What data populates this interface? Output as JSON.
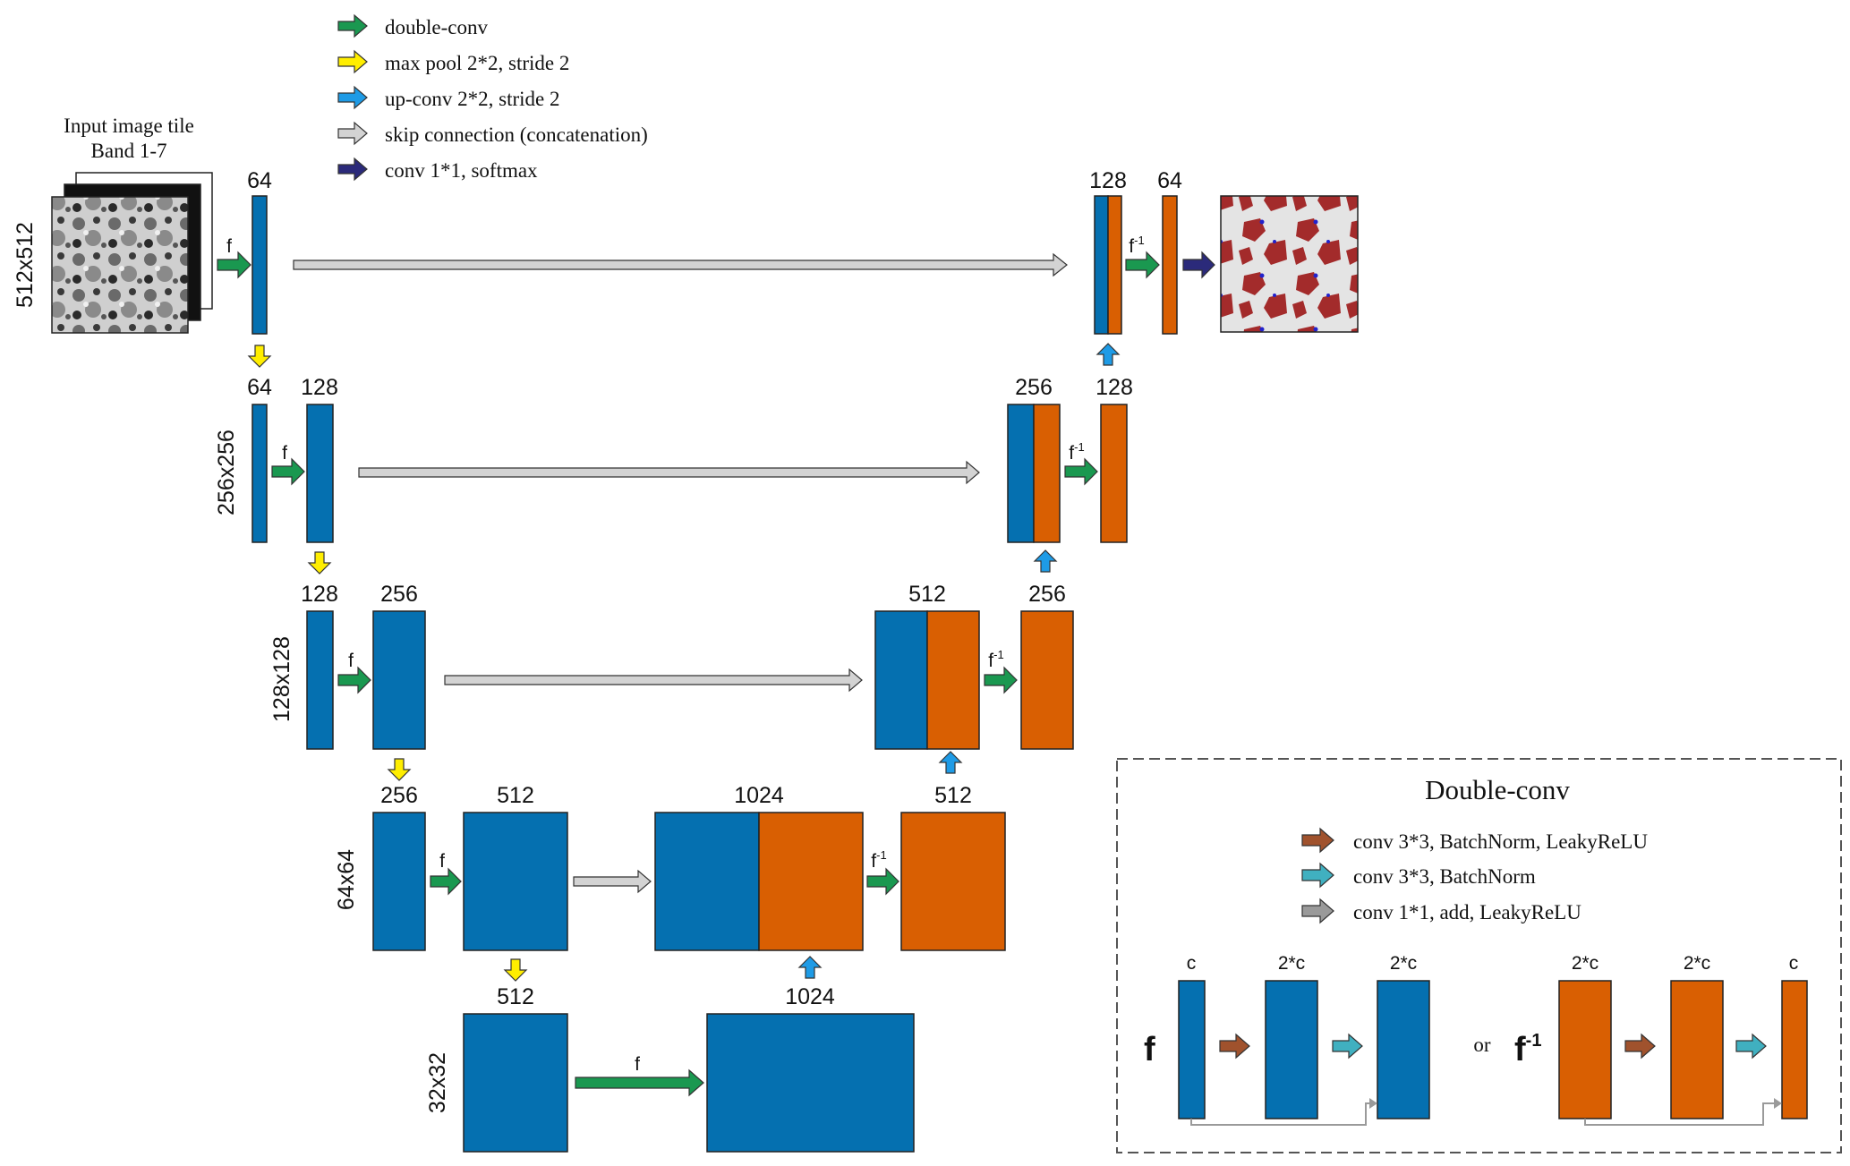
{
  "colors": {
    "encoder_block": "#0570b0",
    "decoder_block": "#d95f02",
    "double_conv_arrow": "#1a9850",
    "max_pool_arrow": "#ffee00",
    "up_conv_arrow": "#1e9be6",
    "skip_arrow": "#d3d3d3",
    "final_conv_arrow": "#2b2a7a",
    "conv_bn_relu_arrow": "#a0522d",
    "conv_bn_arrow": "#40b0c0",
    "conv1_add_arrow": "#9a9a9a"
  },
  "legend": {
    "items": [
      {
        "icon": "green-arrow-icon",
        "label": "double-conv"
      },
      {
        "icon": "yellow-arrow-icon",
        "label": "max pool 2*2, stride 2"
      },
      {
        "icon": "blue-arrow-icon",
        "label": "up-conv 2*2, stride 2"
      },
      {
        "icon": "gray-arrow-icon",
        "label": "skip connection (concatenation)"
      },
      {
        "icon": "navy-arrow-icon",
        "label": "conv 1*1, softmax"
      }
    ]
  },
  "input": {
    "caption_line1": "Input image tile",
    "caption_line2": "Band 1-7"
  },
  "resolutions": [
    "512x512",
    "256x256",
    "128x128",
    "64x64",
    "32x32"
  ],
  "channels": {
    "l1_enc": "64",
    "l1_concat": "128",
    "l1_dec": "64",
    "l2_in": "64",
    "l2_enc": "128",
    "l2_concat": "256",
    "l2_dec": "128",
    "l3_in": "128",
    "l3_enc": "256",
    "l3_concat": "512",
    "l3_dec": "256",
    "l4_in": "256",
    "l4_enc": "512",
    "l4_concat": "1024",
    "l4_dec": "512",
    "l5_in": "512",
    "l5_out": "1024"
  },
  "ops": {
    "f": "f",
    "f_inv_base": "f",
    "f_inv_sup": "-1"
  },
  "inset": {
    "title": "Double-conv",
    "legend": [
      {
        "icon": "brown-arrow-icon",
        "label": "conv 3*3, BatchNorm, LeakyReLU"
      },
      {
        "icon": "teal-arrow-icon",
        "label": "conv 3*3, BatchNorm"
      },
      {
        "icon": "gray-arrow-icon",
        "label": "conv 1*1, add, LeakyReLU"
      }
    ],
    "left_labels": [
      "c",
      "2*c",
      "2*c"
    ],
    "right_labels": [
      "2*c",
      "2*c",
      "c"
    ],
    "left_symbol": "f",
    "right_symbol_base": "f",
    "right_symbol_sup": "-1",
    "or_text": "or"
  }
}
